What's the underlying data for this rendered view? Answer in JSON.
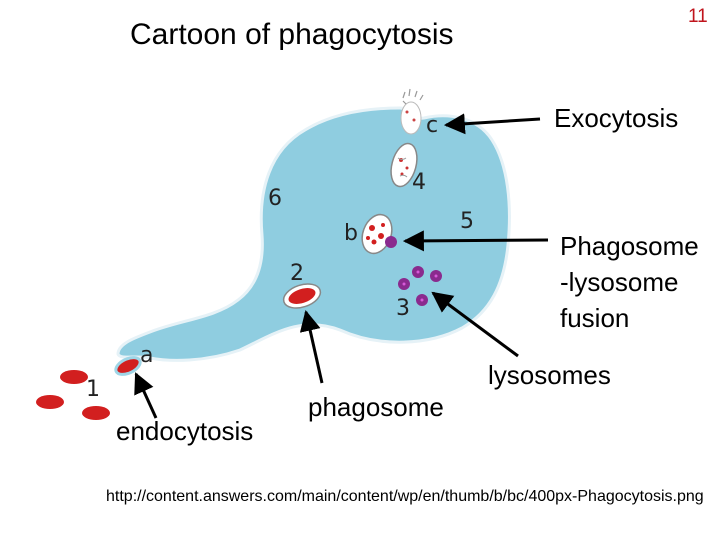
{
  "slide": {
    "title": "Cartoon of phagocytosis",
    "number": "11"
  },
  "diagram": {
    "markers": {
      "c": "c",
      "four": "4",
      "six": "6",
      "b": "b",
      "five": "5",
      "two": "2",
      "three": "3",
      "a": "a",
      "one": "1"
    },
    "colors": {
      "cell": "#8fcde0",
      "cell_outline": "#e6f2f7",
      "red_cell": "#d21f1f",
      "lysosome": "#8a2a8e",
      "arrow": "#000000"
    }
  },
  "labels": {
    "exocytosis": "Exocytosis",
    "fusion_line1": "Phagosome",
    "fusion_line2": "-lysosome",
    "fusion_line3": "fusion",
    "lysosomes": "lysosomes",
    "endocytosis": "endocytosis",
    "phagosome": "phagosome"
  },
  "source_url": "http://content.answers.com/main/content/wp/en/thumb/b/bc/400px-Phagocytosis.png"
}
